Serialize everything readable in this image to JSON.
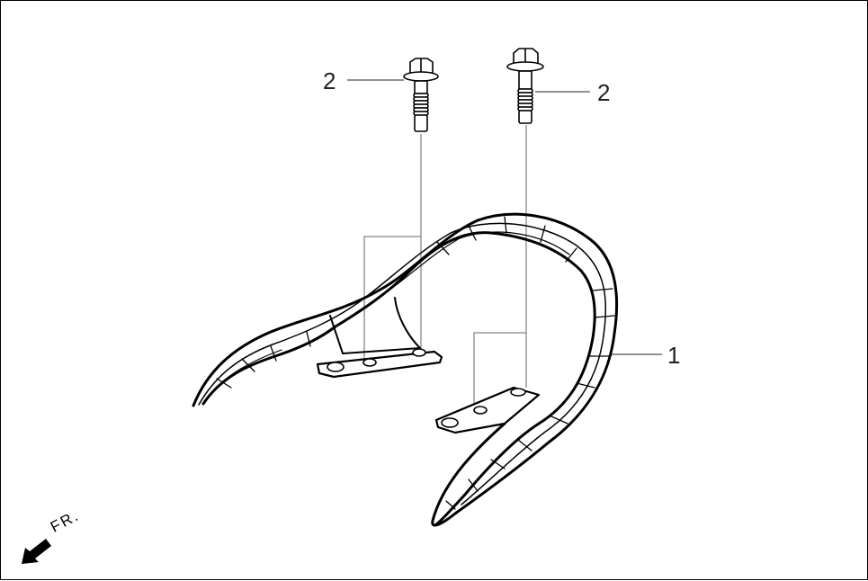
{
  "diagram": {
    "type": "exploded-parts-view",
    "subject": "rear grab rail assembly",
    "callouts": [
      {
        "id": "callout-2-left",
        "label": "2",
        "part": "flange bolt"
      },
      {
        "id": "callout-2-right",
        "label": "2",
        "part": "flange bolt"
      },
      {
        "id": "callout-1",
        "label": "1",
        "part": "grab rail"
      }
    ],
    "direction_indicator": {
      "label": "FR.",
      "icon": "arrow-down-left-icon"
    },
    "colors": {
      "line": "#000000",
      "leader": "#555555",
      "background": "#ffffff"
    }
  }
}
